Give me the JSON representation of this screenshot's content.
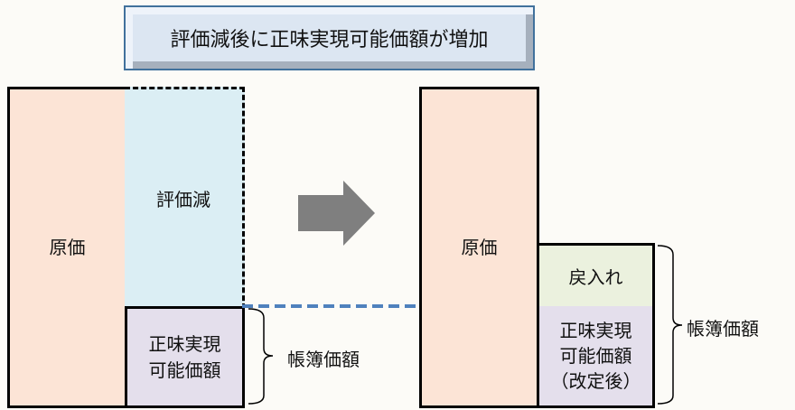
{
  "title": "評価減後に正味実現可能価額が増加",
  "left": {
    "cost": "原価",
    "writedown": "評価減",
    "nrv_line1": "正味実現",
    "nrv_line2": "可能価額",
    "book_value": "帳簿価額"
  },
  "right": {
    "cost": "原価",
    "reversal": "戻入れ",
    "nrv_line1": "正味実現",
    "nrv_line2": "可能価額",
    "nrv_line3": "（改定後）",
    "book_value": "帳簿価額"
  },
  "colors": {
    "cost": "#fce4d6",
    "writedown": "#dbeef4",
    "nrv": "#e4dfec",
    "reversal": "#ebf1de",
    "dashed_line": "#4f81bd",
    "arrow": "#7f7f7f"
  }
}
